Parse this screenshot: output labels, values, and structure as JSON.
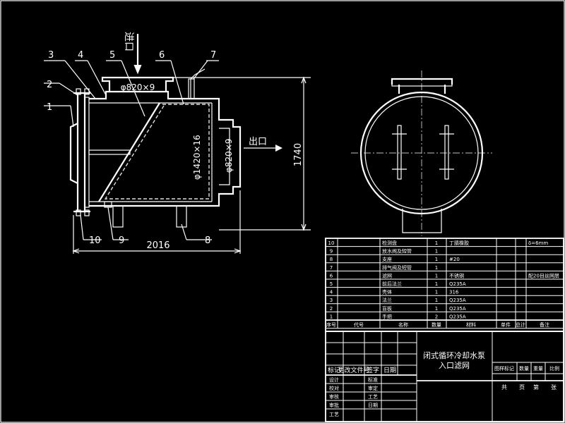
{
  "callouts": [
    "1",
    "2",
    "3",
    "4",
    "5",
    "6",
    "7",
    "8",
    "9",
    "10"
  ],
  "dims": {
    "inlet_pipe": "φ820×9",
    "shell": "φ1420×16",
    "outlet_pipe": "φ820×9",
    "height": "1740",
    "length": "2016"
  },
  "labels": {
    "inlet": "进口",
    "outlet": "出口"
  },
  "bom": {
    "rows": [
      {
        "no": "10",
        "name": "检测盘",
        "qty": "1",
        "material": "丁腈橡胶",
        "note": "δ=6mm"
      },
      {
        "no": "9",
        "name": "放水阀及短管",
        "qty": "1",
        "material": "",
        "note": ""
      },
      {
        "no": "8",
        "name": "支座",
        "qty": "1",
        "material": "#20",
        "note": ""
      },
      {
        "no": "7",
        "name": "排气阀及短管",
        "qty": "1",
        "material": "",
        "note": ""
      },
      {
        "no": "6",
        "name": "滤网",
        "qty": "1",
        "material": "不锈钢",
        "note": "配20目丝网层"
      },
      {
        "no": "5",
        "name": "前后法兰",
        "qty": "1",
        "material": "Q235A",
        "note": ""
      },
      {
        "no": "4",
        "name": "壳体",
        "qty": "1",
        "material": "316",
        "note": ""
      },
      {
        "no": "3",
        "name": "法兰",
        "qty": "1",
        "material": "Q235A",
        "note": ""
      },
      {
        "no": "2",
        "name": "盲板",
        "qty": "1",
        "material": "Q235A",
        "note": ""
      },
      {
        "no": "1",
        "name": "手把",
        "qty": "2",
        "material": "Q235A",
        "note": ""
      }
    ],
    "header": [
      "序号",
      "代号",
      "名称",
      "数量",
      "材料",
      "单件",
      "总计",
      "备注"
    ]
  },
  "title_block": {
    "title_line1": "闭式循环冷却水泵",
    "title_line2": "入口滤网",
    "rev_headers": [
      "标记",
      "更改文件号",
      "签字",
      "日期"
    ],
    "sign_left": [
      "设计",
      "审核",
      "工艺"
    ],
    "sign_left2": [
      "校对",
      "审批"
    ],
    "sign_right": [
      "标准",
      "审定",
      "日期"
    ],
    "sign_right2": [
      "工艺"
    ],
    "stage_label": "图样标记",
    "qty_label": "数量",
    "weight_label": "重量",
    "scale_label": "比例",
    "sheet_left": "共",
    "sheet_mid": "页",
    "sheet_right": "第",
    "sheet_end": "张"
  }
}
